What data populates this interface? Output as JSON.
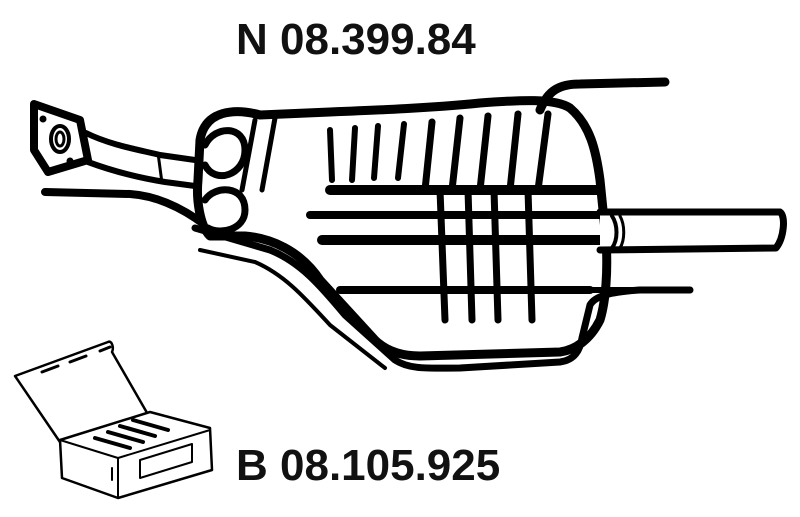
{
  "diagram": {
    "part_number_top": "N 08.399.84",
    "part_number_bottom": "B 08.105.925",
    "illustrations": [
      {
        "name": "rear-muffler",
        "description": "Rear exhaust silencer with inlet flange, hanger bracket and tailpipe"
      },
      {
        "name": "mounting-kit-box",
        "description": "Open box containing mounting kit parts"
      }
    ],
    "colors": {
      "line": "#000000",
      "background": "#ffffff",
      "text": "#111111"
    }
  }
}
